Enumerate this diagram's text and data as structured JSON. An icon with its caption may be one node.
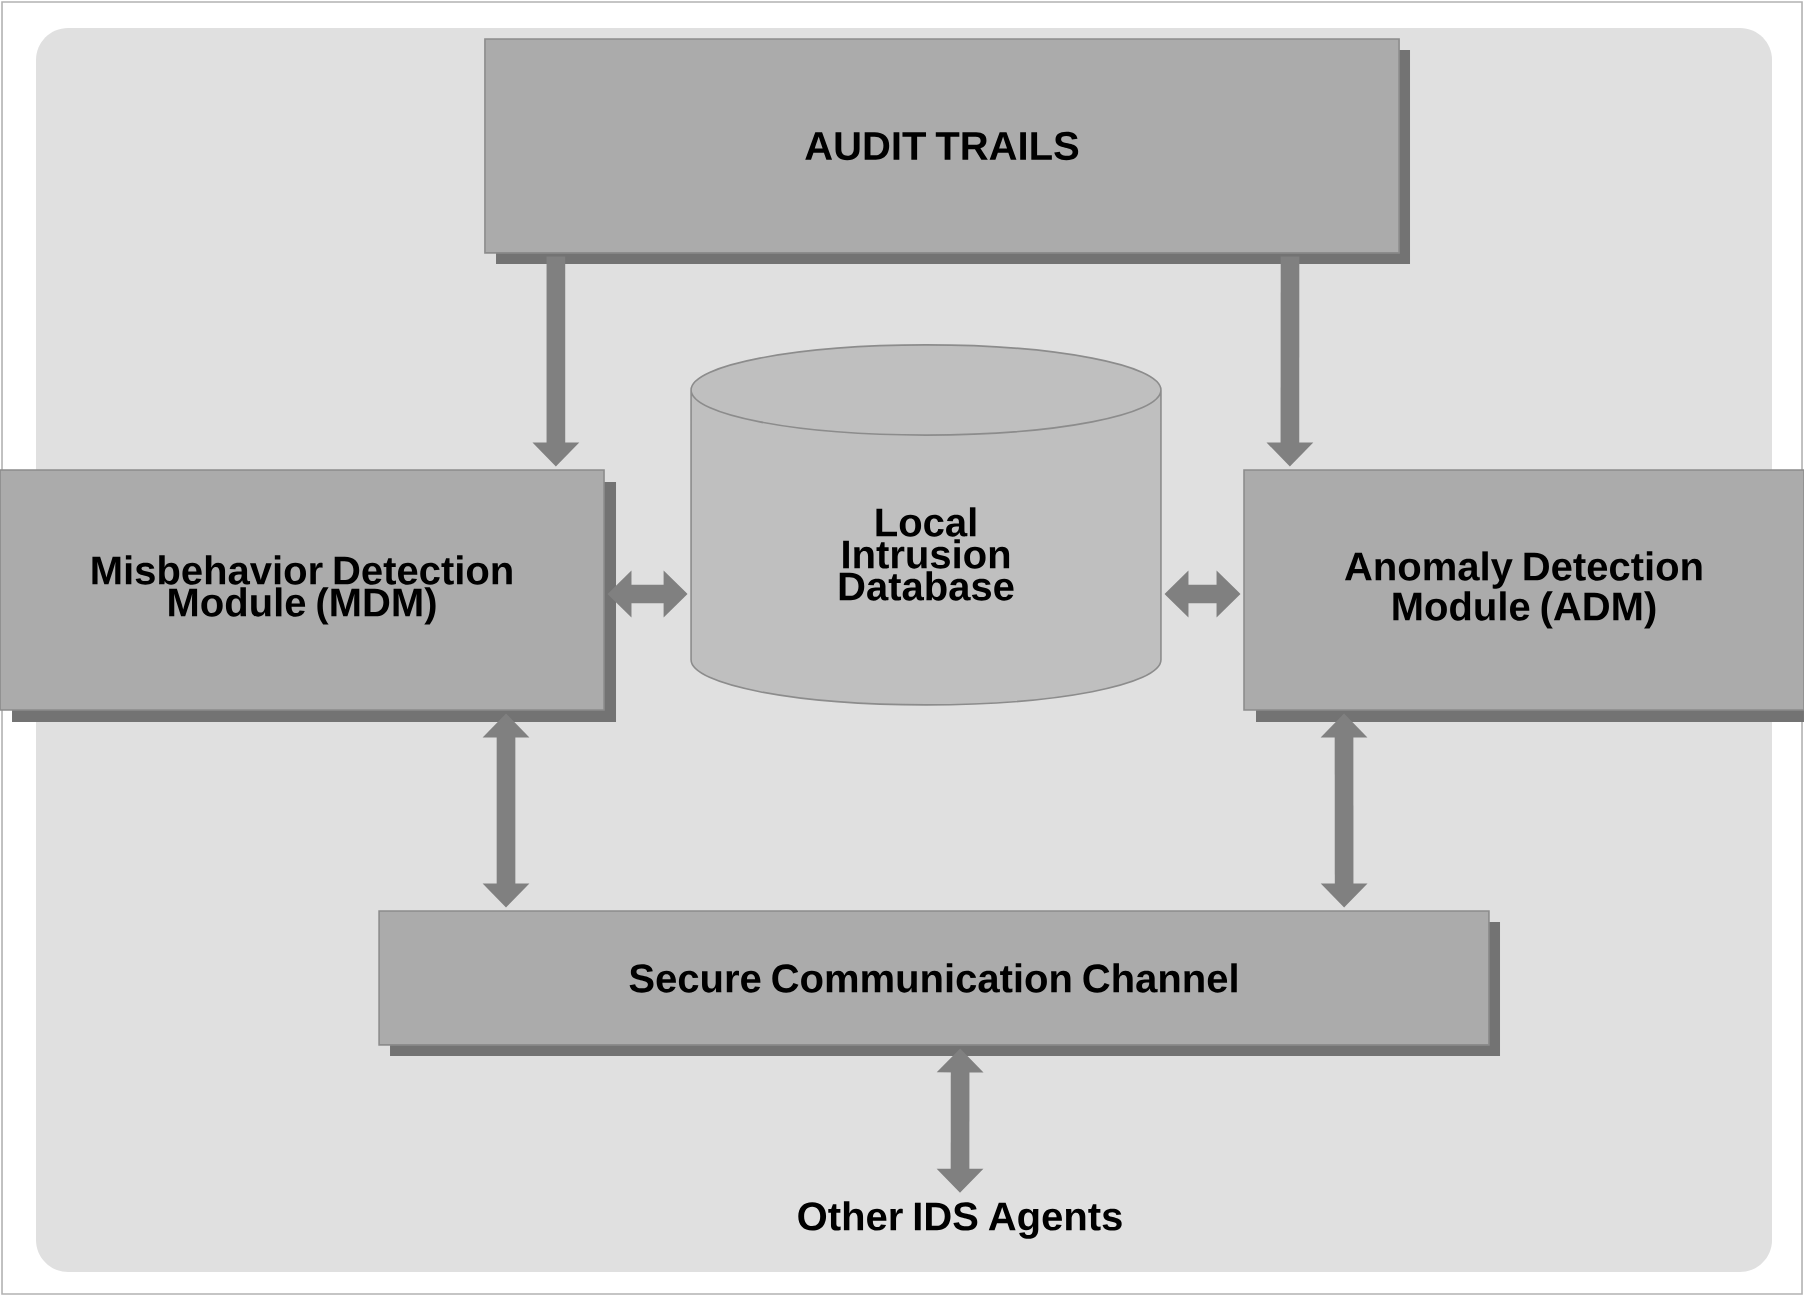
{
  "diagram": {
    "nodes": [
      {
        "text": [
          "AUDIT TRAILS"
        ]
      },
      {
        "text": [
          "Misbehavior Detection Module (MDM)"
        ]
      },
      {
        "text": [
          "Local Intrusion Database"
        ]
      },
      {
        "text": [
          "Anomaly Detection Module (ADM)"
        ]
      },
      {
        "text": [
          "Secure Communication Channel"
        ]
      },
      {
        "text": [
          "Other IDS Agents"
        ]
      }
    ],
    "edges": [
      {
        "from": 0,
        "to": 1,
        "arrow": "to"
      },
      {
        "from": 0,
        "to": 3,
        "arrow": "to"
      },
      {
        "from": 1,
        "to": 2,
        "arrow": "both"
      },
      {
        "from": 2,
        "to": 3,
        "arrow": "both"
      },
      {
        "from": 1,
        "to": 4,
        "arrow": "both"
      },
      {
        "from": 3,
        "to": 4,
        "arrow": "both"
      },
      {
        "from": 4,
        "to": 5,
        "arrow": "both"
      }
    ]
  }
}
